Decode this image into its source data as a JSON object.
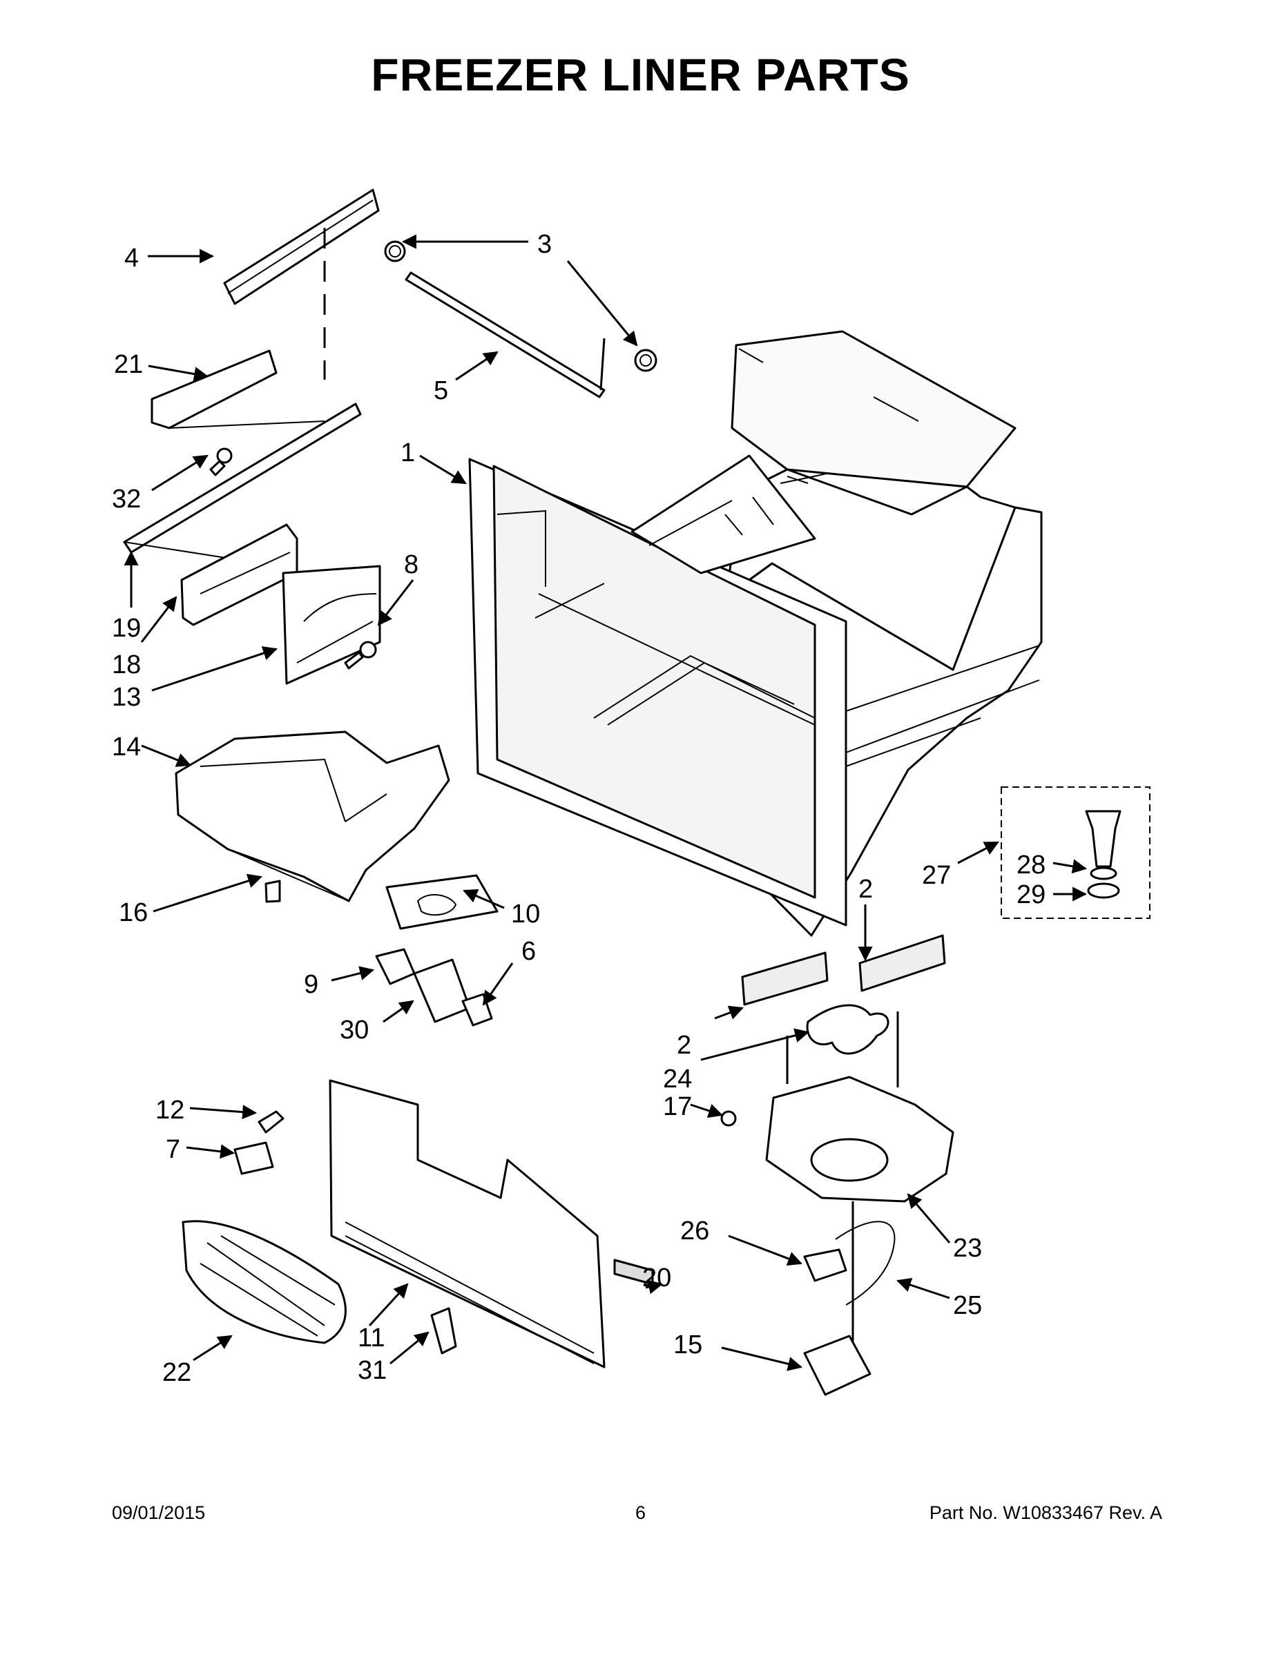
{
  "title": "FREEZER LINER PARTS",
  "footer": {
    "date": "09/01/2015",
    "page": "6",
    "part_number": "Part No.  W10833467  Rev.  A"
  },
  "callouts": {
    "c1": "1",
    "c2a": "2",
    "c2b": "2",
    "c3": "3",
    "c4": "4",
    "c5": "5",
    "c6": "6",
    "c7": "7",
    "c8": "8",
    "c9": "9",
    "c10": "10",
    "c11": "11",
    "c12": "12",
    "c13": "13",
    "c14": "14",
    "c15": "15",
    "c16": "16",
    "c17": "17",
    "c18": "18",
    "c19": "19",
    "c20": "20",
    "c21": "21",
    "c22": "22",
    "c23": "23",
    "c24": "24",
    "c25": "25",
    "c26": "26",
    "c27": "27",
    "c28": "28",
    "c29": "29",
    "c30": "30",
    "c31": "31",
    "c32": "32"
  }
}
